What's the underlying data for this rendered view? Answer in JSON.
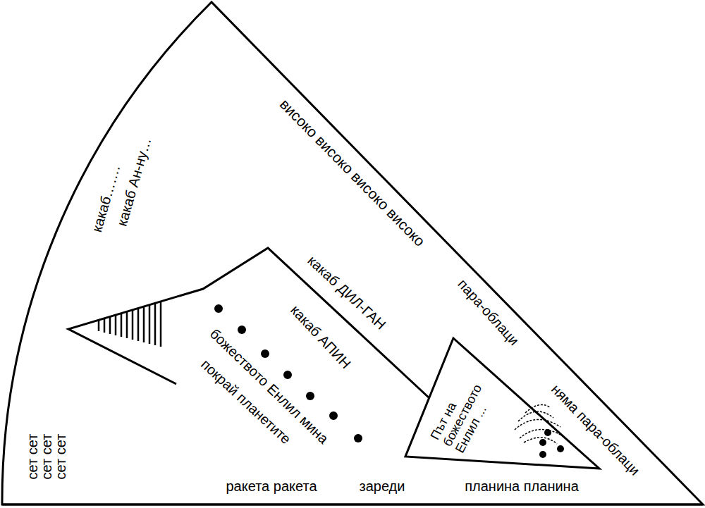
{
  "diagram": {
    "nodes": [
      {
        "text": [
          "Път на божеството Енлил ..."
        ]
      }
    ],
    "labels": [
      "какаб…….",
      "какаб Ан-ну…",
      "високо високо високо високо",
      "пара-облаци",
      "няма пара-облаци",
      "какаб ДИЛ-ГАН",
      "какаб АПИН",
      "божеството Енлил мина",
      "покрай планетите",
      "сет сет",
      "сет сет",
      "сет сет",
      "ракета ракета",
      "зареди",
      "планина планина"
    ]
  }
}
